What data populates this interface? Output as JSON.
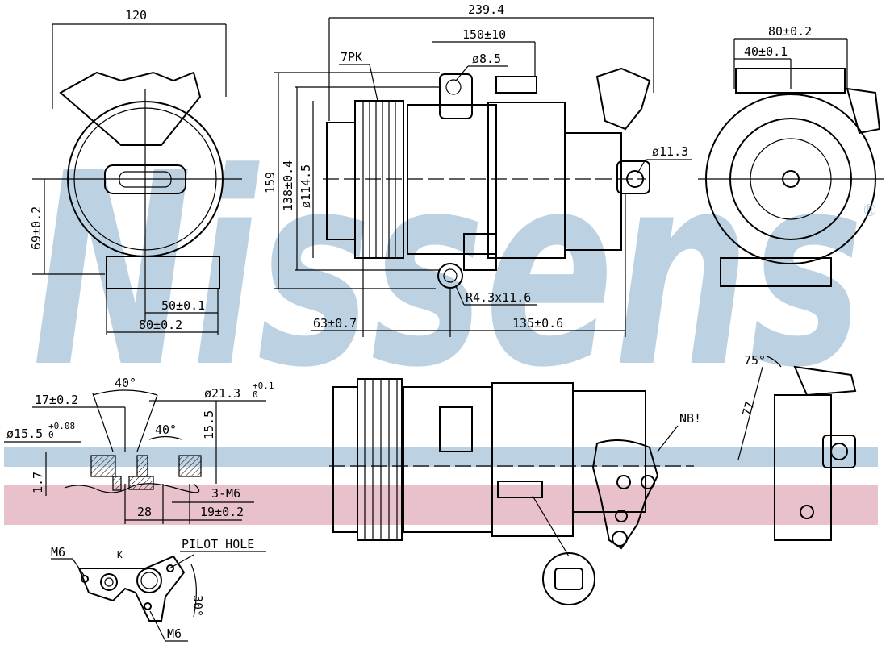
{
  "watermark": {
    "brand": "Nissens",
    "registered": "®",
    "band_colors": {
      "blue": "#bcd2e3",
      "pink": "#e8c1cb"
    }
  },
  "front_view": {
    "width": "120",
    "height": "69±0.2",
    "dim_50": "50±0.1",
    "dim_80": "80±0.2"
  },
  "side_view": {
    "length": "239.4",
    "connector": "150±10",
    "belt": "7PK",
    "hole_top": "ø8.5",
    "height": "159",
    "height_138": "138±0.4",
    "pulley_dia": "ø114.5",
    "hole_rear": "ø11.3",
    "slot": "R4.3x11.6",
    "dim_63": "63±0.7",
    "dim_135": "135±0.6"
  },
  "rear_view": {
    "dim_80": "80±0.2",
    "dim_40": "40±0.1"
  },
  "detail_section": {
    "angle_top": "40°",
    "dim_17": "17±0.2",
    "dia_21": "ø21.3",
    "dia_21_tol_plus": "+0.1",
    "dia_21_tol_minus": "0",
    "angle_2": "40°",
    "dim_15": "15.5",
    "dia_15": "ø15.5",
    "dia_15_tol_plus": "+0.08",
    "dia_15_tol_minus": "0",
    "dim_1_7": "1.7",
    "thread": "3-M6",
    "dim_28": "28",
    "dim_19": "19±0.2"
  },
  "detail_bracket": {
    "m6_left": "M6",
    "m6_bottom": "M6",
    "pilot": "PILOT HOLE",
    "angle": "30°",
    "view_k": "K"
  },
  "bottom_view": {
    "note": "NB!"
  },
  "side_detail": {
    "angle": "75°",
    "dim_77": "77"
  }
}
